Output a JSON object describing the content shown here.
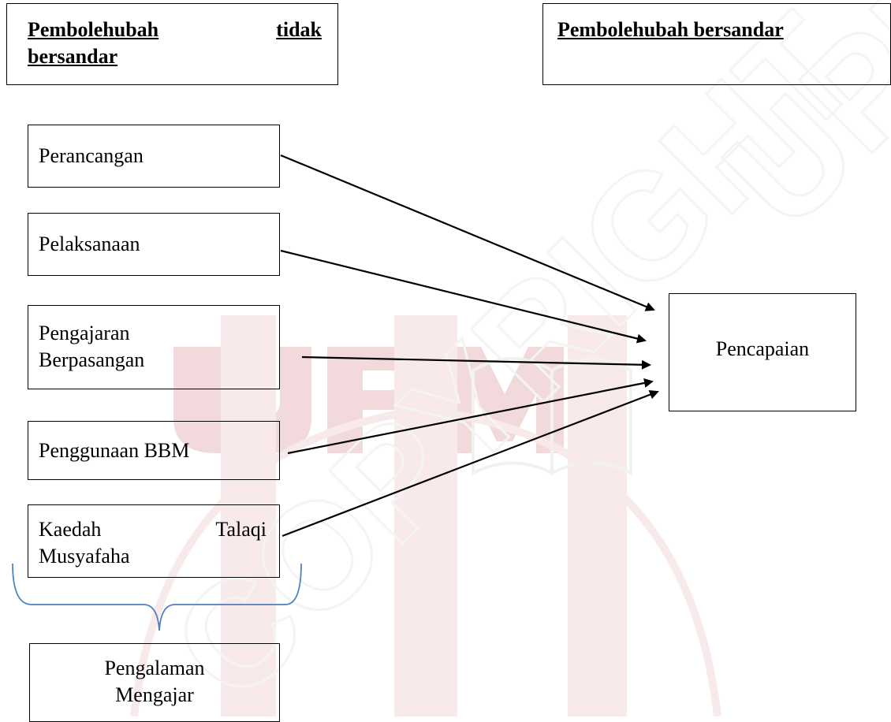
{
  "headers": {
    "independent_word1": "Pembolehubah",
    "independent_word2": "tidak",
    "independent_word3": "bersandar",
    "dependent": "Pembolehubah bersandar"
  },
  "independent_variables": {
    "v1": "Perancangan",
    "v2": "Pelaksanaan",
    "v3_line1": "Pengajaran",
    "v3_line2": "Berpasangan",
    "v4": "Penggunaan BBM",
    "v5_word1": "Kaedah",
    "v5_word2": "Talaqi",
    "v5_line2": "Musyafaha"
  },
  "dependent_variable": "Pencapaian",
  "moderator": {
    "line1": "Pengalaman",
    "line2": "Mengajar"
  },
  "colors": {
    "watermark_red": "#e9bcc0",
    "watermark_gray": "#e6e6e6",
    "brace_blue": "#4f81bd"
  }
}
